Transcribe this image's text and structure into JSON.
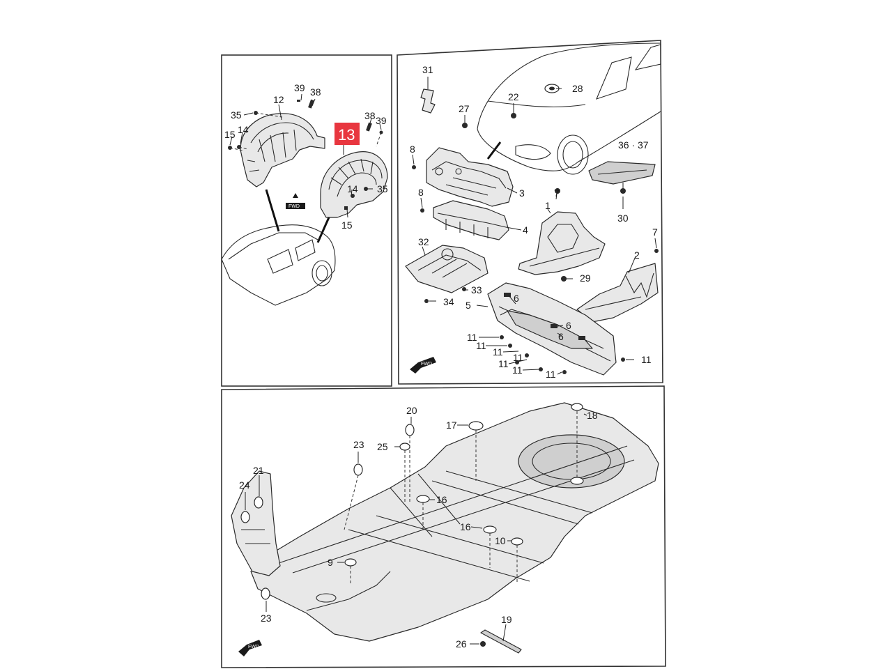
{
  "diagram": {
    "highlighted_part": "13",
    "highlight_color": "#e8363f",
    "direction_tag": "FWD",
    "panels": {
      "wheel_housing": {
        "labels": [
          "39",
          "38",
          "12",
          "35",
          "15",
          "14",
          "38",
          "39",
          "14",
          "35",
          "15"
        ]
      },
      "under_body": {
        "labels": [
          "31",
          "22",
          "28",
          "27",
          "8",
          "8",
          "3",
          "7",
          "1",
          "4",
          "36 · 37",
          "30",
          "7",
          "2",
          "32",
          "29",
          "33",
          "34",
          "5",
          "6",
          "6",
          "6",
          "11",
          "11",
          "11",
          "11",
          "11",
          "11",
          "11",
          "11"
        ]
      },
      "floor": {
        "labels": [
          "20",
          "17",
          "18",
          "25",
          "23",
          "21",
          "24",
          "16",
          "16",
          "10",
          "9",
          "23",
          "19",
          "26"
        ]
      }
    }
  }
}
